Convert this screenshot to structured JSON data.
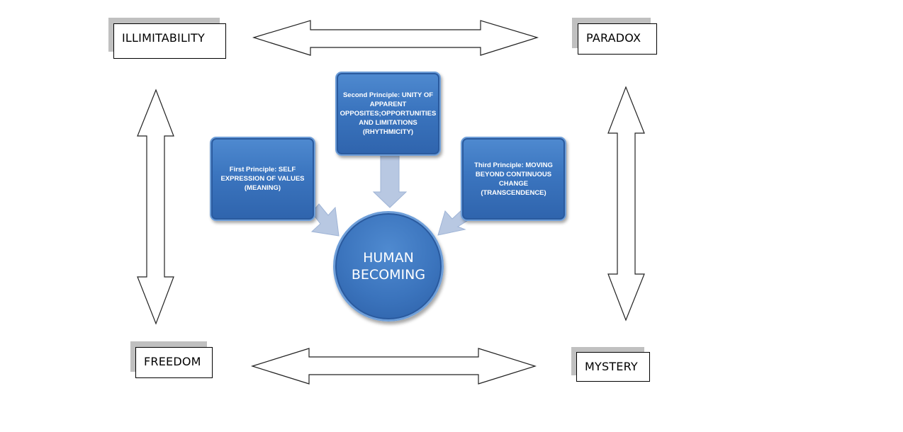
{
  "corners": {
    "top_left": "ILLIMITABILITY",
    "top_right": "PARADOX",
    "bottom_left": "FREEDOM",
    "bottom_right": "MYSTERY"
  },
  "principles": {
    "first": "First Principle: SELF\nEXPRESSION OF VALUES\n(MEANING)",
    "second": "Second Principle: UNITY OF\nAPPARENT\nOPPOSITES;OPPORTUNITIES\nAND LIMITATIONS\n(RHYTHMICITY)",
    "third": "Third Principle: MOVING\nBEYOND CONTINUOUS\nCHANGE\n(TRANSCENDENCE)"
  },
  "center": {
    "label": "HUMAN\nBECOMING"
  },
  "colors": {
    "node_blue": "#3b75bf",
    "connector_arrow": "#b8c8e2",
    "outline_arrow": "#000000",
    "label_shadow": "#c0c0c0"
  }
}
